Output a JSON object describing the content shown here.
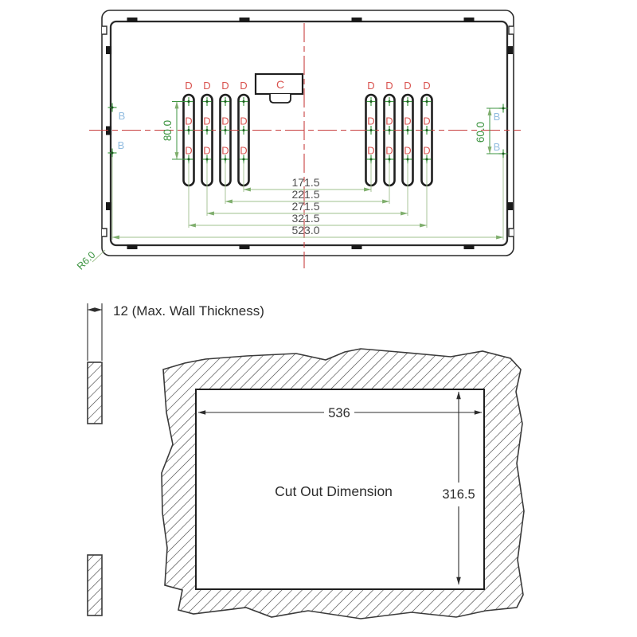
{
  "rear_view": {
    "slot_label": "D",
    "mount_label": "B",
    "connector_label": "C",
    "dim_slot_span": "80.0",
    "dim_mount_span": "60.0",
    "dim_chain": [
      "171.5",
      "221.5",
      "271.5",
      "321.5",
      "523.0"
    ],
    "corner_radius": "R6.0"
  },
  "section_view": {
    "wall_thickness_note": "12 (Max. Wall Thickness)",
    "cutout_label": "Cut Out Dimension",
    "cutout_width": "536",
    "cutout_height": "316.5"
  },
  "colors": {
    "outline": "#1f1f1f",
    "centerline_red": "#c84040",
    "label_red": "#d9534f",
    "label_blue": "#92bce0",
    "dim_green": "#3c9440",
    "chain_green": "#9fc08d",
    "text_dark": "#2d2d2d"
  }
}
